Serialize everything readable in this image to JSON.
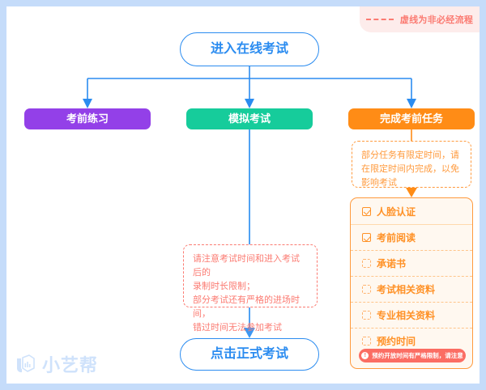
{
  "legend": {
    "icon": "dashed-line-icon",
    "text": "虚线为非必经流程",
    "color": "#fb7b72"
  },
  "nodes": {
    "entry": {
      "label": "进入在线考试",
      "color": "#2b8cf0"
    },
    "practice": {
      "label": "考前练习",
      "color": "#9340e8"
    },
    "mock": {
      "label": "模拟考试",
      "color": "#16cc9b"
    },
    "tasks": {
      "label": "完成考前任务",
      "color": "#ff8c16"
    },
    "formal": {
      "label": "点击正式考试",
      "color": "#2b8cf0"
    }
  },
  "notes": {
    "mock": {
      "lines": [
        "请注意考试时间和进入考试后的",
        "录制时长限制；",
        "部分考试还有严格的进场时间，",
        "错过时间无法参加考试"
      ],
      "color": "#fb7b72"
    },
    "tasks": {
      "lines": [
        "部分任务有限定时间，请",
        "在限定时间内完成，以免",
        "影响考试"
      ],
      "color": "#ff9a3d"
    }
  },
  "task_panel": {
    "items": [
      {
        "label": "人脸认证",
        "checked": true
      },
      {
        "label": "考前阅读",
        "checked": true
      },
      {
        "label": "承诺书",
        "checked": false
      },
      {
        "label": "考试相关资料",
        "checked": false
      },
      {
        "label": "专业相关资料",
        "checked": false
      },
      {
        "label": "预约时间",
        "checked": false
      }
    ],
    "badge": {
      "icon": "exclamation-icon",
      "text": "预约开放时间有严格限制，请注意",
      "color": "#fb6d63"
    }
  },
  "watermark": {
    "icon": "xiaoyibang-cube-icon",
    "text": "小艺帮",
    "color": "#cfe2fb"
  },
  "connectors": {
    "accent_blue": "#2b8cf0",
    "accent_orange": "#ff8c16"
  }
}
